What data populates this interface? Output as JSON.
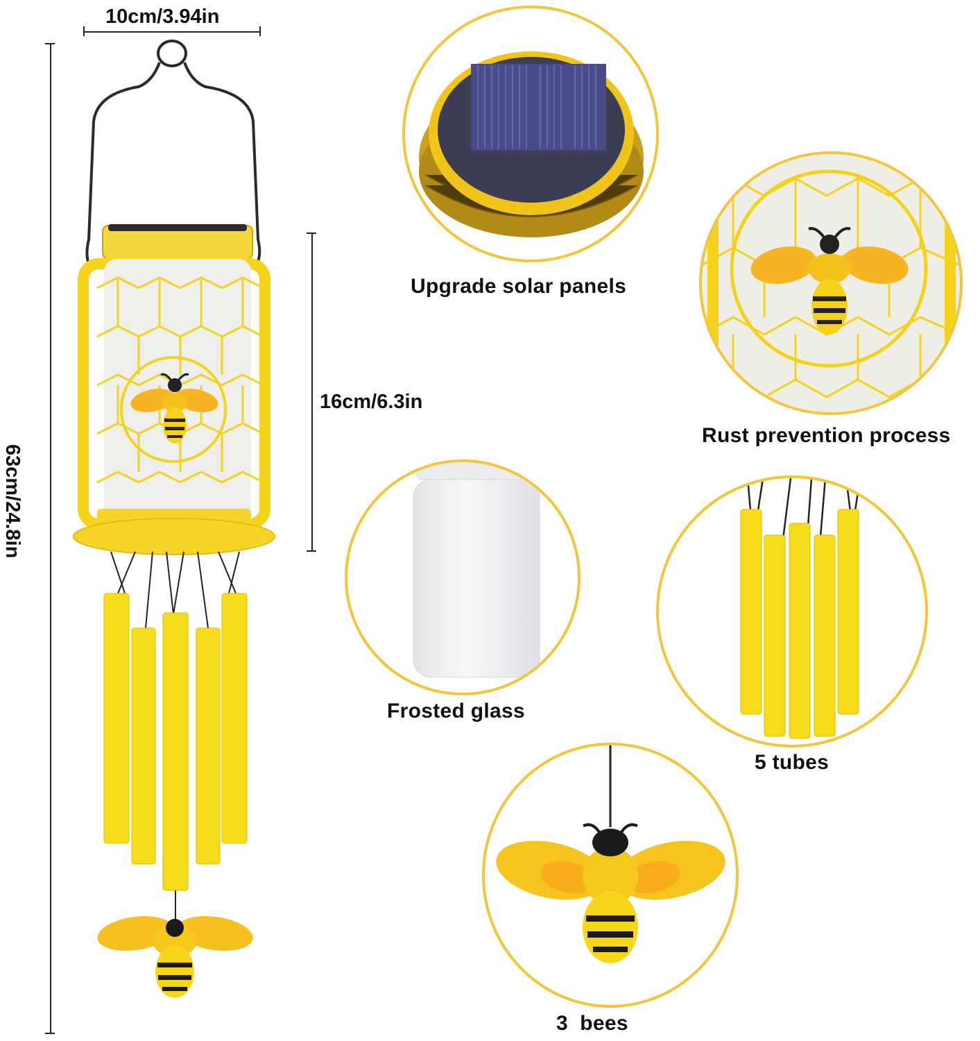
{
  "dimensions": {
    "width_label": "10cm/3.94in",
    "height_total_label": "63cm/24.8in",
    "jar_height_label": "16cm/6.3in"
  },
  "features": [
    {
      "id": "solar",
      "label": "Upgrade solar panels"
    },
    {
      "id": "rust",
      "label": "Rust prevention process"
    },
    {
      "id": "glass",
      "label": "Frosted glass"
    },
    {
      "id": "tubes",
      "label": "5 tubes"
    },
    {
      "id": "bees",
      "label": "3  bees"
    }
  ],
  "colors": {
    "accent_yellow": "#f5d800",
    "circle_border": "#f2c53d",
    "bee_black": "#1a1a1a",
    "wing_orange": "#f7a21a",
    "solar_panel": "#3a3d6b",
    "frame_rust": "#6b4a1a"
  }
}
